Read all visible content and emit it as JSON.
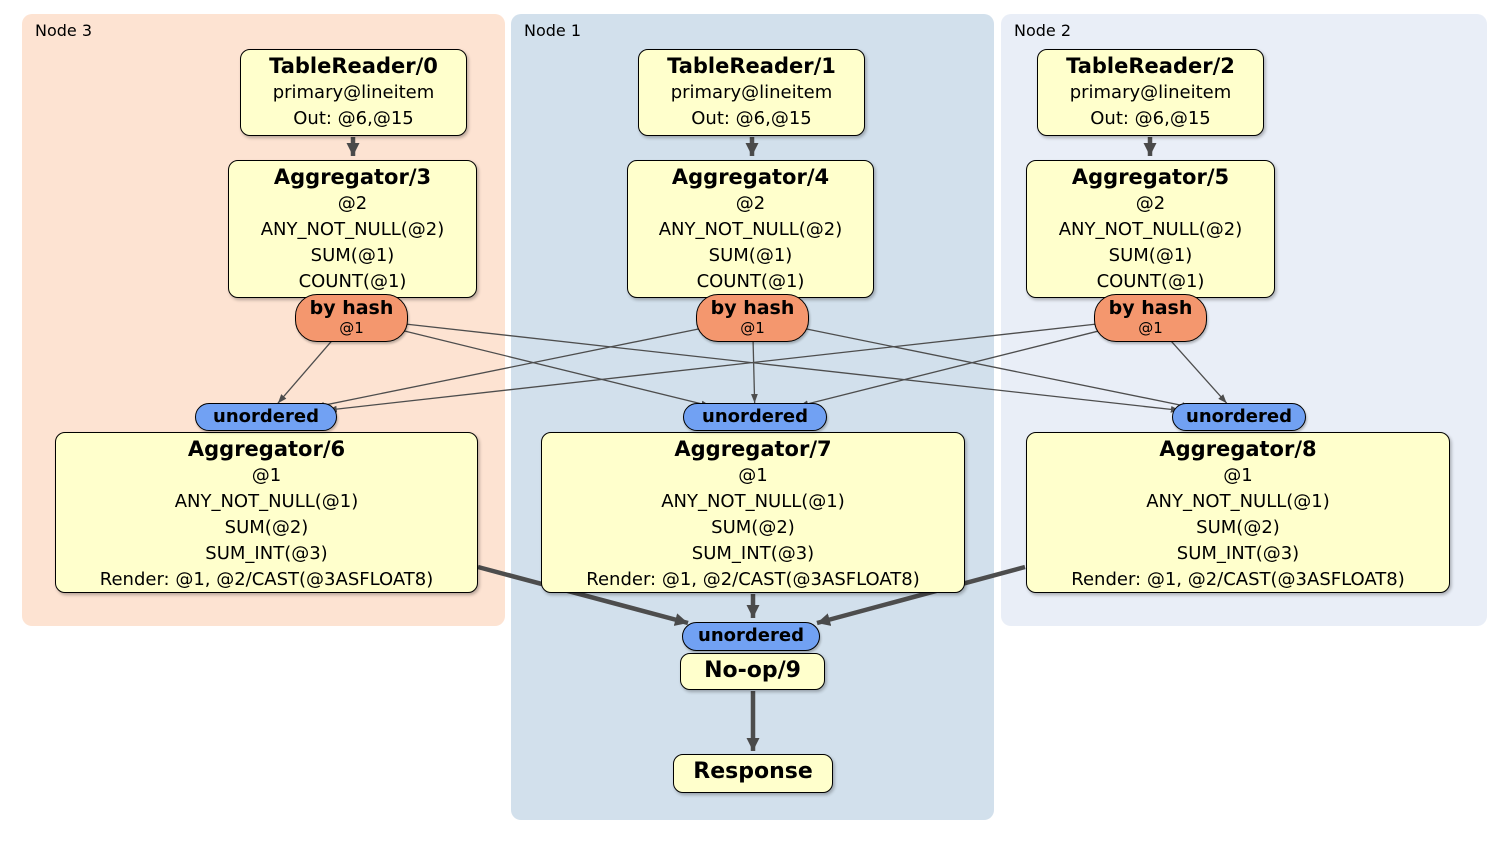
{
  "panels": {
    "node3": "Node 3",
    "node1": "Node 1",
    "node2": "Node 2"
  },
  "nodes": {
    "tr0": {
      "title": "TableReader/0",
      "lines": [
        "primary@lineitem",
        "Out: @6,@15"
      ]
    },
    "tr1": {
      "title": "TableReader/1",
      "lines": [
        "primary@lineitem",
        "Out: @6,@15"
      ]
    },
    "tr2": {
      "title": "TableReader/2",
      "lines": [
        "primary@lineitem",
        "Out: @6,@15"
      ]
    },
    "agg3": {
      "title": "Aggregator/3",
      "lines": [
        "@2",
        "ANY_NOT_NULL(@2)",
        "SUM(@1)",
        "COUNT(@1)"
      ]
    },
    "agg4": {
      "title": "Aggregator/4",
      "lines": [
        "@2",
        "ANY_NOT_NULL(@2)",
        "SUM(@1)",
        "COUNT(@1)"
      ]
    },
    "agg5": {
      "title": "Aggregator/5",
      "lines": [
        "@2",
        "ANY_NOT_NULL(@2)",
        "SUM(@1)",
        "COUNT(@1)"
      ]
    },
    "agg6": {
      "title": "Aggregator/6",
      "lines": [
        "@1",
        "ANY_NOT_NULL(@1)",
        "SUM(@2)",
        "SUM_INT(@3)",
        "Render: @1, @2/CAST(@3ASFLOAT8)"
      ]
    },
    "agg7": {
      "title": "Aggregator/7",
      "lines": [
        "@1",
        "ANY_NOT_NULL(@1)",
        "SUM(@2)",
        "SUM_INT(@3)",
        "Render: @1, @2/CAST(@3ASFLOAT8)"
      ]
    },
    "agg8": {
      "title": "Aggregator/8",
      "lines": [
        "@1",
        "ANY_NOT_NULL(@1)",
        "SUM(@2)",
        "SUM_INT(@3)",
        "Render: @1, @2/CAST(@3ASFLOAT8)"
      ]
    },
    "noop": {
      "title": "No-op/9"
    },
    "response": {
      "title": "Response"
    }
  },
  "routers": {
    "byhash3": {
      "label": "by hash",
      "detail": "@1"
    },
    "byhash4": {
      "label": "by hash",
      "detail": "@1"
    },
    "byhash5": {
      "label": "by hash",
      "detail": "@1"
    }
  },
  "streams": {
    "unord3": {
      "label": "unordered"
    },
    "unord1": {
      "label": "unordered"
    },
    "unord2": {
      "label": "unordered"
    },
    "unordOut": {
      "label": "unordered"
    }
  },
  "edges": {
    "mesh": [
      [
        "byhash3",
        "unord3"
      ],
      [
        "byhash3",
        "unord1"
      ],
      [
        "byhash3",
        "unord2"
      ],
      [
        "byhash4",
        "unord3"
      ],
      [
        "byhash4",
        "unord1"
      ],
      [
        "byhash4",
        "unord2"
      ],
      [
        "byhash5",
        "unord3"
      ],
      [
        "byhash5",
        "unord1"
      ],
      [
        "byhash5",
        "unord2"
      ]
    ],
    "thick": [
      [
        "tr0",
        "agg3"
      ],
      [
        "tr1",
        "agg4"
      ],
      [
        "tr2",
        "agg5"
      ],
      [
        "agg6",
        "unordOut"
      ],
      [
        "agg7",
        "unordOut"
      ],
      [
        "agg8",
        "unordOut"
      ],
      [
        "noop",
        "response"
      ]
    ]
  },
  "colors": {
    "panel_node3": "#fde3d2",
    "panel_node1": "#d2e0ec",
    "panel_node2": "#e9eef7",
    "box_fill": "#ffffcc",
    "router_fill": "#f4976e",
    "stream_fill": "#71a1f3",
    "edge": "#4d4d4d"
  }
}
